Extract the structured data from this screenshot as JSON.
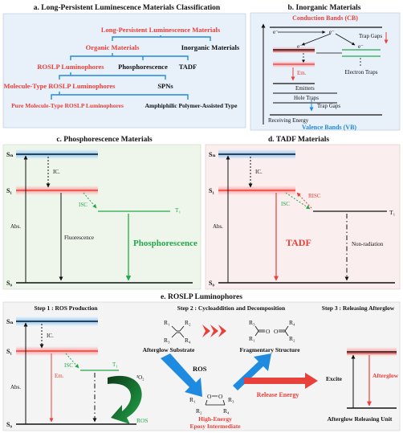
{
  "panel_a": {
    "title": "a. Long-Persistent Luminescence Materials Classification",
    "root": "Long-Persistent Luminescence Materials",
    "organic": "Organic Materials",
    "inorganic": "Inorganic Materials",
    "roslp": "ROSLP Luminophores",
    "phosphorescence": "Phosphorescence",
    "tadf": "TADF",
    "molecule_type": "Molecule-Type ROSLP Luminophores",
    "spns": "SPNs",
    "pure_molecule": "Pure Molecule-Type ROSLP Luminophores",
    "amphiphilic": "Amphiphilic Polymer-Assisted Type"
  },
  "panel_b": {
    "title": "b. Inorganic Materials",
    "cb": "Conduction Bands (CB)",
    "vb": "Valence Bands (VB)",
    "e_minus": "e⁻",
    "trap_gaps_top": "Trap Gaps",
    "electron_traps": "Electron Traps",
    "em": "Em.",
    "emitters": "Emitters",
    "hole_traps": "Hole Traps",
    "trap_gaps_bottom": "Trap Gaps",
    "receiving_energy": "Receiving Energy"
  },
  "panel_c": {
    "title": "c. Phosphorescence Materials",
    "sn": "Sₙ",
    "s1": "S₁",
    "s0": "S₀",
    "t1": "T₁",
    "ic": "IC.",
    "isc": "ISC",
    "abs": "Abs.",
    "fluorescence": "Fluorescence",
    "phosphorescence": "Phosphorescence"
  },
  "panel_d": {
    "title": "d. TADF Materials",
    "sn": "Sₙ",
    "s1": "S₁",
    "s0": "S₀",
    "t1": "T₁",
    "ic": "IC.",
    "risc": "RISC",
    "isc": "ISC",
    "abs": "Abs.",
    "tadf": "TADF",
    "non_radiation": "Non-radiation"
  },
  "panel_e": {
    "title": "e. ROSLP Luminophores",
    "step1": "Step 1 : ROS Production",
    "step2": "Step 2 : Cycloaddition and Decomposition",
    "step3": "Step 3 : Releasing Afterglow",
    "sn": "Sₙ",
    "s1": "S₁",
    "s0": "S₀",
    "t1": "T₁",
    "ic": "IC.",
    "isc": "ISC",
    "abs": "Abs.",
    "em": "Em.",
    "o2": "³O₂",
    "ros_out": "ROS",
    "r1": "R₁",
    "r2": "R₂",
    "r3": "R₃",
    "r4": "R₄",
    "o": "O",
    "afterglow_substrate": "Afterglow Substrate",
    "fragmentary_structure": "Fragmentary Structure",
    "ros_mid": "ROS",
    "release_energy": "Release Energy",
    "high_energy_1": "High-Energy",
    "high_energy_2": "Eposy Intermediate",
    "excite": "Excite",
    "afterglow": "Afterglow",
    "afterglow_unit": "Afterglow Releasing Unit"
  },
  "colors": {
    "red": "#e8403a",
    "green": "#22a84a",
    "blue": "#1e8be0",
    "dark_red": "#c0392b",
    "panel_a_bg": "#e8f0fa",
    "panel_b_bg": "#e8f0fa",
    "panel_c_bg": "#eef6ec",
    "panel_d_bg": "#fbeeee",
    "panel_e_bg": "#f4f4f4"
  }
}
